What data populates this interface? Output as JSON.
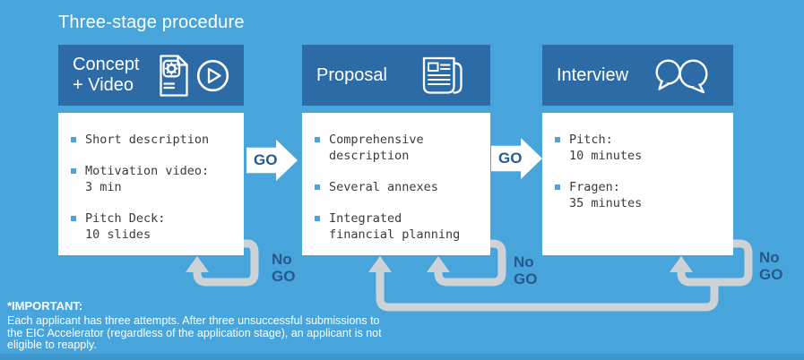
{
  "title": "Three-stage procedure",
  "colors": {
    "background": "#48a5dc",
    "stage_header": "#2d6ba6",
    "go_text": "#235c91",
    "no_go_text": "#26588d",
    "loop_gray": "#cdd2d6",
    "bullet_square": "#4fa3d6",
    "footer_strip": "#3e96cd"
  },
  "stages": [
    {
      "name": "Concept\n+ Video",
      "icons": [
        "document-gear-icon",
        "play-video-icon"
      ],
      "items": [
        "Short description",
        "Motivation video:\n3 min",
        "Pitch Deck:\n10 slides"
      ]
    },
    {
      "name": "Proposal",
      "icons": [
        "newspaper-icon"
      ],
      "items": [
        "Comprehensive\ndescription",
        "Several annexes",
        "Integrated\nfinancial planning"
      ]
    },
    {
      "name": "Interview",
      "icons": [
        "speech-bubbles-icon"
      ],
      "items": [
        "Pitch:\n10 minutes",
        "Fragen:\n35 minutes"
      ]
    }
  ],
  "go_label": "GO",
  "no_go_label": "No\nGO",
  "note": {
    "heading": "*IMPORTANT:",
    "body": "Each applicant has three attempts. After three unsuccessful submissions to\nthe EIC Accelerator (regardless of the application stage), an applicant is not\neligible to reapply."
  }
}
